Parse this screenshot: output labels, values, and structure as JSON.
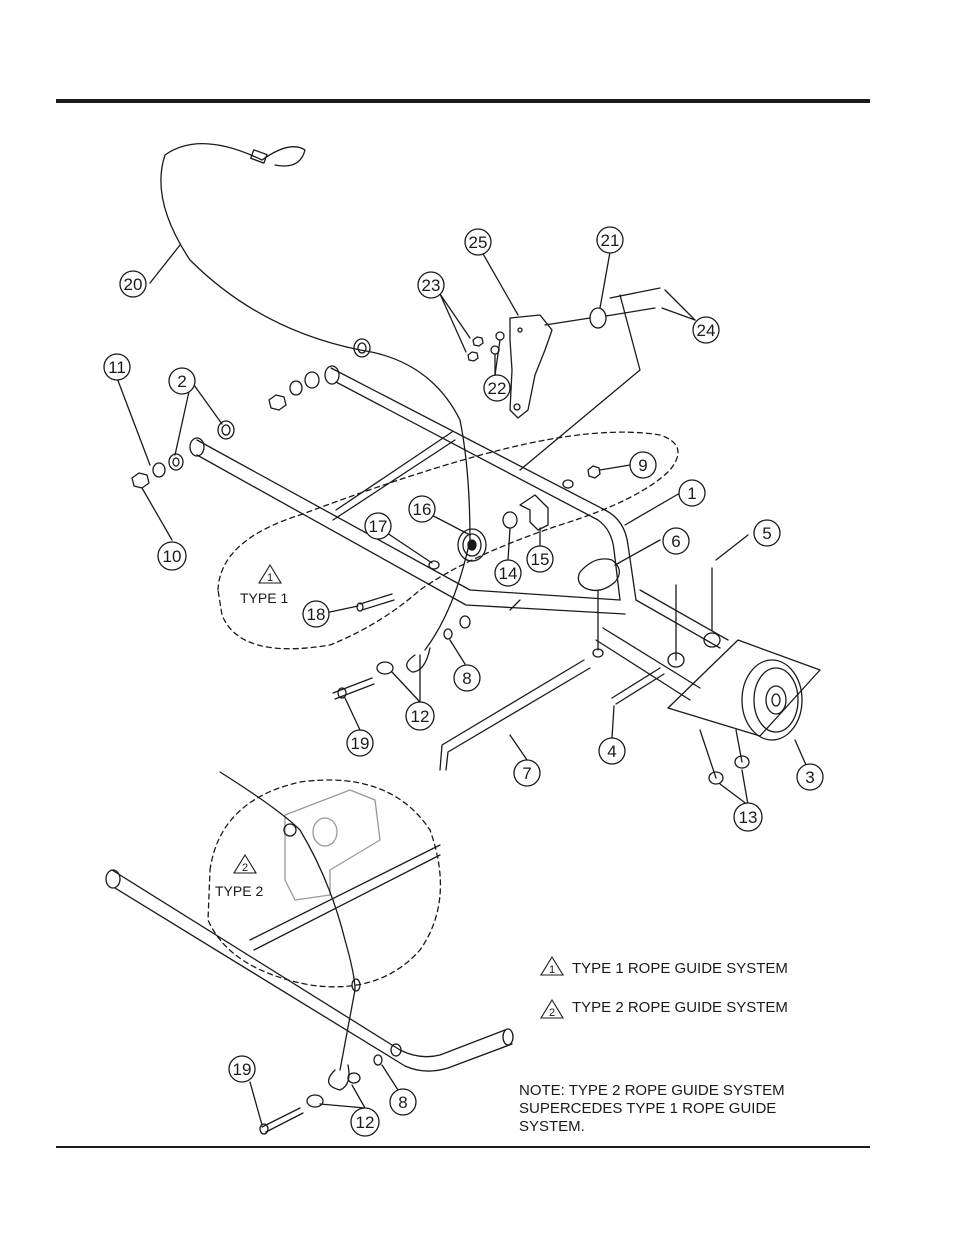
{
  "callouts": [
    "1",
    "2",
    "3",
    "4",
    "5",
    "6",
    "7",
    "8",
    "9",
    "10",
    "11",
    "12",
    "13",
    "14",
    "15",
    "16",
    "17",
    "18",
    "19",
    "20",
    "21",
    "22",
    "23",
    "24",
    "25"
  ],
  "lower_callouts": [
    "19",
    "12",
    "8"
  ],
  "detail_labels": {
    "type1_symbol": "1",
    "type1_label": "TYPE 1",
    "type2_symbol": "2",
    "type2_label": "TYPE 2"
  },
  "legend": [
    {
      "symbol": "1",
      "text": "TYPE 1 ROPE GUIDE SYSTEM"
    },
    {
      "symbol": "2",
      "text": "TYPE 2 ROPE GUIDE SYSTEM"
    }
  ],
  "note_lines": [
    "NOTE:  TYPE 2 ROPE GUIDE SYSTEM",
    "SUPERCEDES TYPE 1 ROPE GUIDE",
    "SYSTEM."
  ],
  "colors": {
    "ink": "#1a1a1a",
    "paper": "#ffffff"
  }
}
